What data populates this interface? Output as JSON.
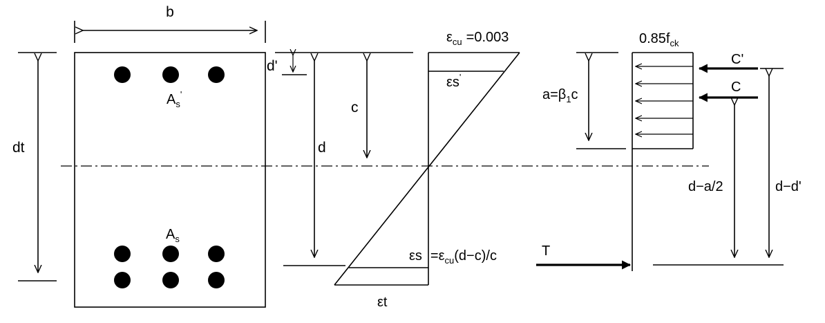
{
  "labels": {
    "b": "b",
    "dt": "dt",
    "d_prime": "d'",
    "c": "c",
    "d": "d",
    "As_prime_main": "A",
    "As_prime_sub": "s",
    "As_prime_sup": "'",
    "As_main": "A",
    "As_sub": "s",
    "ecu_eps": "ε",
    "ecu_sub": "cu",
    "ecu_value": "=0.003",
    "es_prime_main": "εs",
    "es_prime_sup": "'",
    "es_main": "εs",
    "es_formula_eq": "=ε",
    "es_formula_sub": "cu",
    "es_formula_rest": "(d−c)/c",
    "et": "εt",
    "stress_main": "0.85f",
    "stress_sub": "ck",
    "a_main": "a=β",
    "a_sub": "1",
    "a_rest": "c",
    "C_prime": "C'",
    "C": "C",
    "T": "T",
    "d_minus_a2": "d−a/2",
    "d_minus_dprime": "d−d'"
  }
}
